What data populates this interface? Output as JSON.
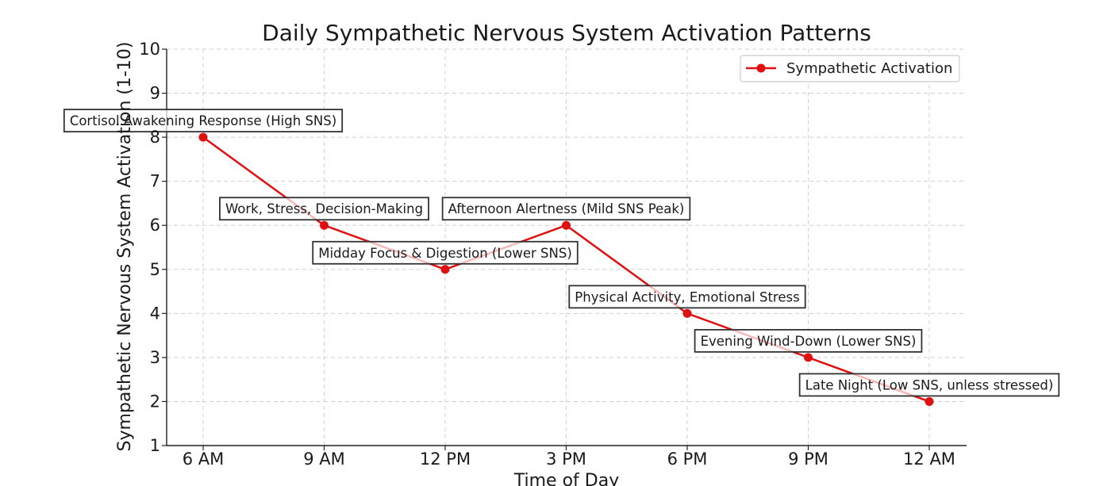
{
  "chart_data": {
    "type": "line",
    "title": "Daily Sympathetic Nervous System Activation Patterns",
    "xlabel": "Time of Day",
    "ylabel": "Sympathetic Nervous System Activation (1-10)",
    "categories": [
      "6 AM",
      "9 AM",
      "12 PM",
      "3 PM",
      "6 PM",
      "9 PM",
      "12 AM"
    ],
    "ylim": [
      1,
      10
    ],
    "yticks": [
      1,
      2,
      3,
      4,
      5,
      6,
      7,
      8,
      9,
      10
    ],
    "grid": true,
    "legend_position": "top-right",
    "series": [
      {
        "name": "Sympathetic Activation",
        "color": "#e01010",
        "values": [
          8,
          6,
          5,
          6,
          4,
          3,
          2
        ]
      }
    ],
    "annotations": [
      {
        "index": 0,
        "text": "Cortisol Awakening Response (High SNS)"
      },
      {
        "index": 1,
        "text": "Work, Stress, Decision-Making"
      },
      {
        "index": 2,
        "text": "Midday Focus & Digestion (Lower SNS)"
      },
      {
        "index": 3,
        "text": "Afternoon Alertness (Mild SNS Peak)"
      },
      {
        "index": 4,
        "text": "Physical Activity, Emotional Stress"
      },
      {
        "index": 5,
        "text": "Evening Wind-Down (Lower SNS)"
      },
      {
        "index": 6,
        "text": "Late Night (Low SNS, unless stressed)"
      }
    ]
  }
}
